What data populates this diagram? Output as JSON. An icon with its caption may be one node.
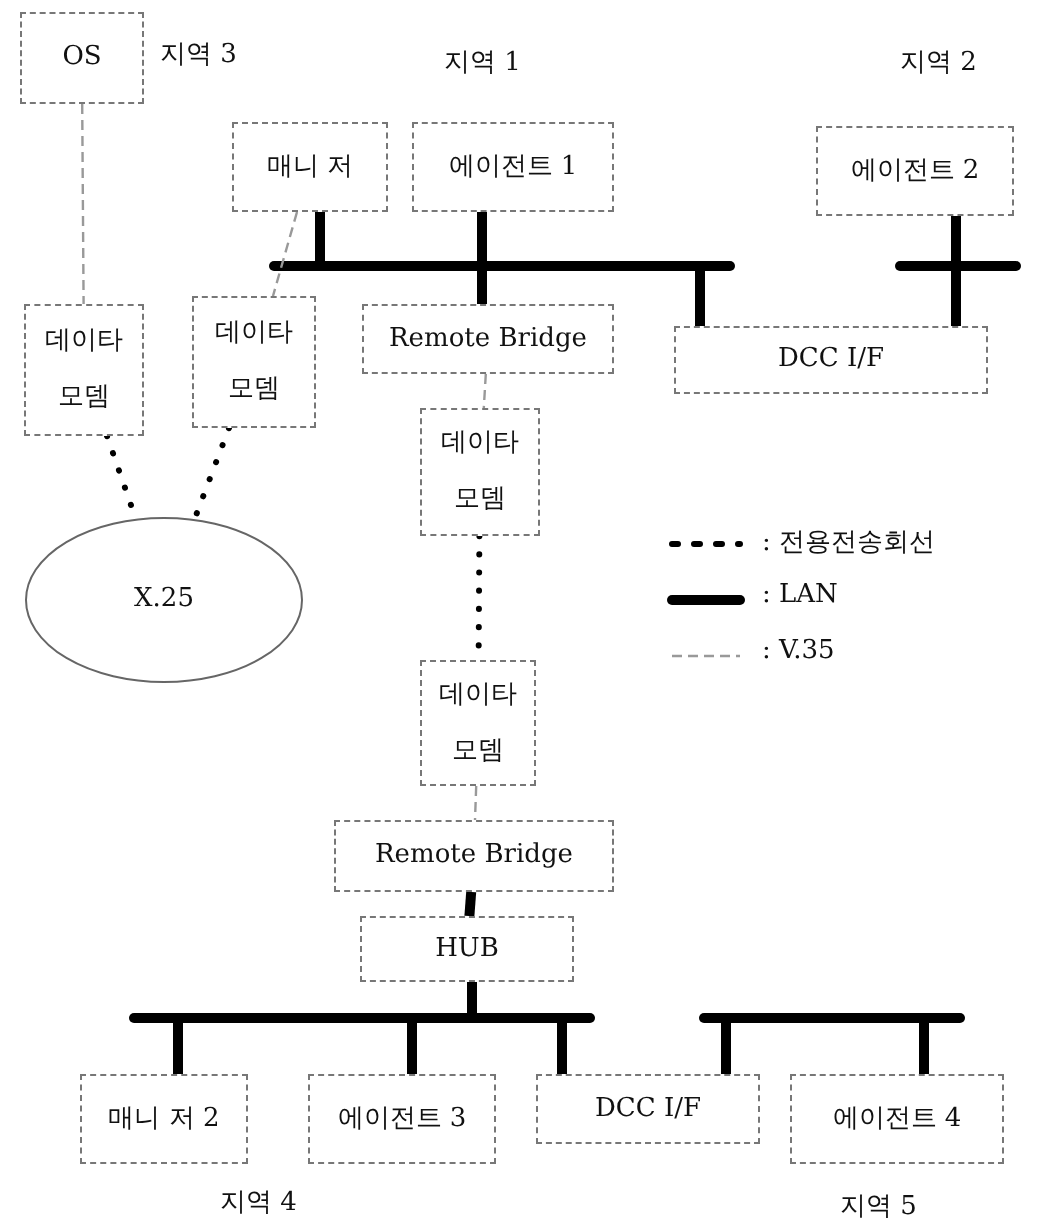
{
  "diagram": {
    "nodes": [
      {
        "text": [
          "OS"
        ]
      },
      {
        "text": [
          "매니 저"
        ]
      },
      {
        "text": [
          "에이전트 1"
        ]
      },
      {
        "text": [
          "에이전트 2"
        ]
      },
      {
        "text": [
          "데이타 모뎀"
        ]
      },
      {
        "text": [
          "데이타 모뎀"
        ]
      },
      {
        "text": [
          "Remote Bridge"
        ]
      },
      {
        "text": [
          "DCC I/F"
        ]
      },
      {
        "text": [
          "데이타 모뎀"
        ]
      },
      {
        "text": [
          "X.25"
        ]
      },
      {
        "text": [
          "데이타 모뎀"
        ]
      },
      {
        "text": [
          "Remote Bridge"
        ]
      },
      {
        "text": [
          "HUB"
        ]
      },
      {
        "text": [
          "매니 저 2"
        ]
      },
      {
        "text": [
          "에이전트 3"
        ]
      },
      {
        "text": [
          "DCC I/F"
        ]
      },
      {
        "text": [
          "에이전트 4"
        ]
      }
    ],
    "edges": [
      {
        "from": 2,
        "to": 1,
        "arrow": "none"
      },
      {
        "from": 2,
        "to": 6,
        "arrow": "none"
      },
      {
        "from": 2,
        "to": 7,
        "arrow": "none"
      },
      {
        "from": 3,
        "to": 7,
        "arrow": "none"
      },
      {
        "from": 12,
        "to": 13,
        "arrow": "none"
      },
      {
        "from": 12,
        "to": 14,
        "arrow": "none"
      },
      {
        "from": 12,
        "to": 15,
        "arrow": "none"
      },
      {
        "from": 15,
        "to": 16,
        "arrow": "none"
      },
      {
        "from": 11,
        "to": 12,
        "arrow": "none"
      },
      {
        "from": 0,
        "to": 4,
        "arrow": "none",
        "style": "dashed",
        "color": "#999999"
      },
      {
        "from": 1,
        "to": 5,
        "arrow": "none",
        "style": "dashed",
        "color": "#999999"
      },
      {
        "from": 6,
        "to": 8,
        "arrow": "none",
        "style": "dashed",
        "color": "#999999"
      },
      {
        "from": 10,
        "to": 11,
        "arrow": "none",
        "style": "dashed",
        "color": "#999999"
      },
      {
        "from": 4,
        "to": 9,
        "arrow": "none",
        "style": "dashed"
      },
      {
        "from": 5,
        "to": 9,
        "arrow": "none",
        "style": "dashed"
      },
      {
        "from": 8,
        "to": 10,
        "arrow": "none",
        "style": "dashed"
      }
    ],
    "labels": [
      "지역 3",
      "지역 1",
      "지역 2",
      "지역 4",
      "지역 5"
    ],
    "legend": [
      {
        "text": ": 전용전송회선"
      },
      {
        "text": ": LAN"
      },
      {
        "text": ": V.35"
      }
    ]
  }
}
